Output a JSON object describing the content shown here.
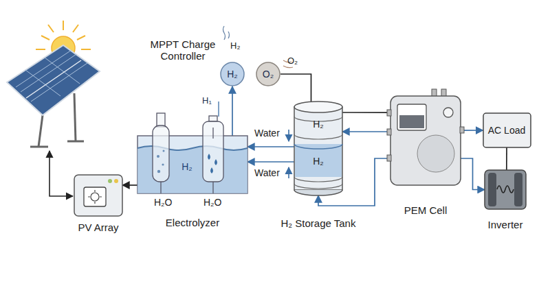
{
  "diagram": {
    "nodes": [
      {
        "text": [
          "PV Array"
        ]
      },
      {
        "text": [
          "H₂",
          "Electrolyzer"
        ]
      },
      {
        "text": [
          "H₂"
        ]
      },
      {
        "text": [
          "O₂"
        ]
      },
      {
        "text": [
          "H₂",
          "H₂",
          "H₂ Storage Tank"
        ]
      },
      {
        "text": [
          "PEM Cell"
        ]
      },
      {
        "text": [
          "AC Load"
        ]
      },
      {
        "text": [
          "Inverter"
        ]
      }
    ],
    "edges": [
      {
        "from": 1,
        "to": 0,
        "arrow": "to"
      },
      {
        "from": 4,
        "to": 1,
        "arrow": "to"
      },
      {
        "from": 4,
        "to": 1,
        "arrow": "to"
      },
      {
        "from": 1,
        "to": 2,
        "arrow": "to"
      },
      {
        "from": 3,
        "to": 4,
        "arrow": "none"
      },
      {
        "from": 4,
        "to": 5,
        "arrow": "none"
      },
      {
        "from": 5,
        "to": 4,
        "arrow": "to"
      },
      {
        "from": 5,
        "to": 4,
        "arrow": "to"
      },
      {
        "from": 5,
        "to": 6,
        "arrow": "to"
      },
      {
        "from": 5,
        "to": 7,
        "arrow": "to"
      },
      {
        "from": 6,
        "to": 7,
        "arrow": "none"
      }
    ],
    "labels": [
      "MPPT Charge Controller",
      "H₂",
      "O₂",
      "H₁",
      "Water",
      "Water",
      "H₂O",
      "H₂O"
    ]
  }
}
